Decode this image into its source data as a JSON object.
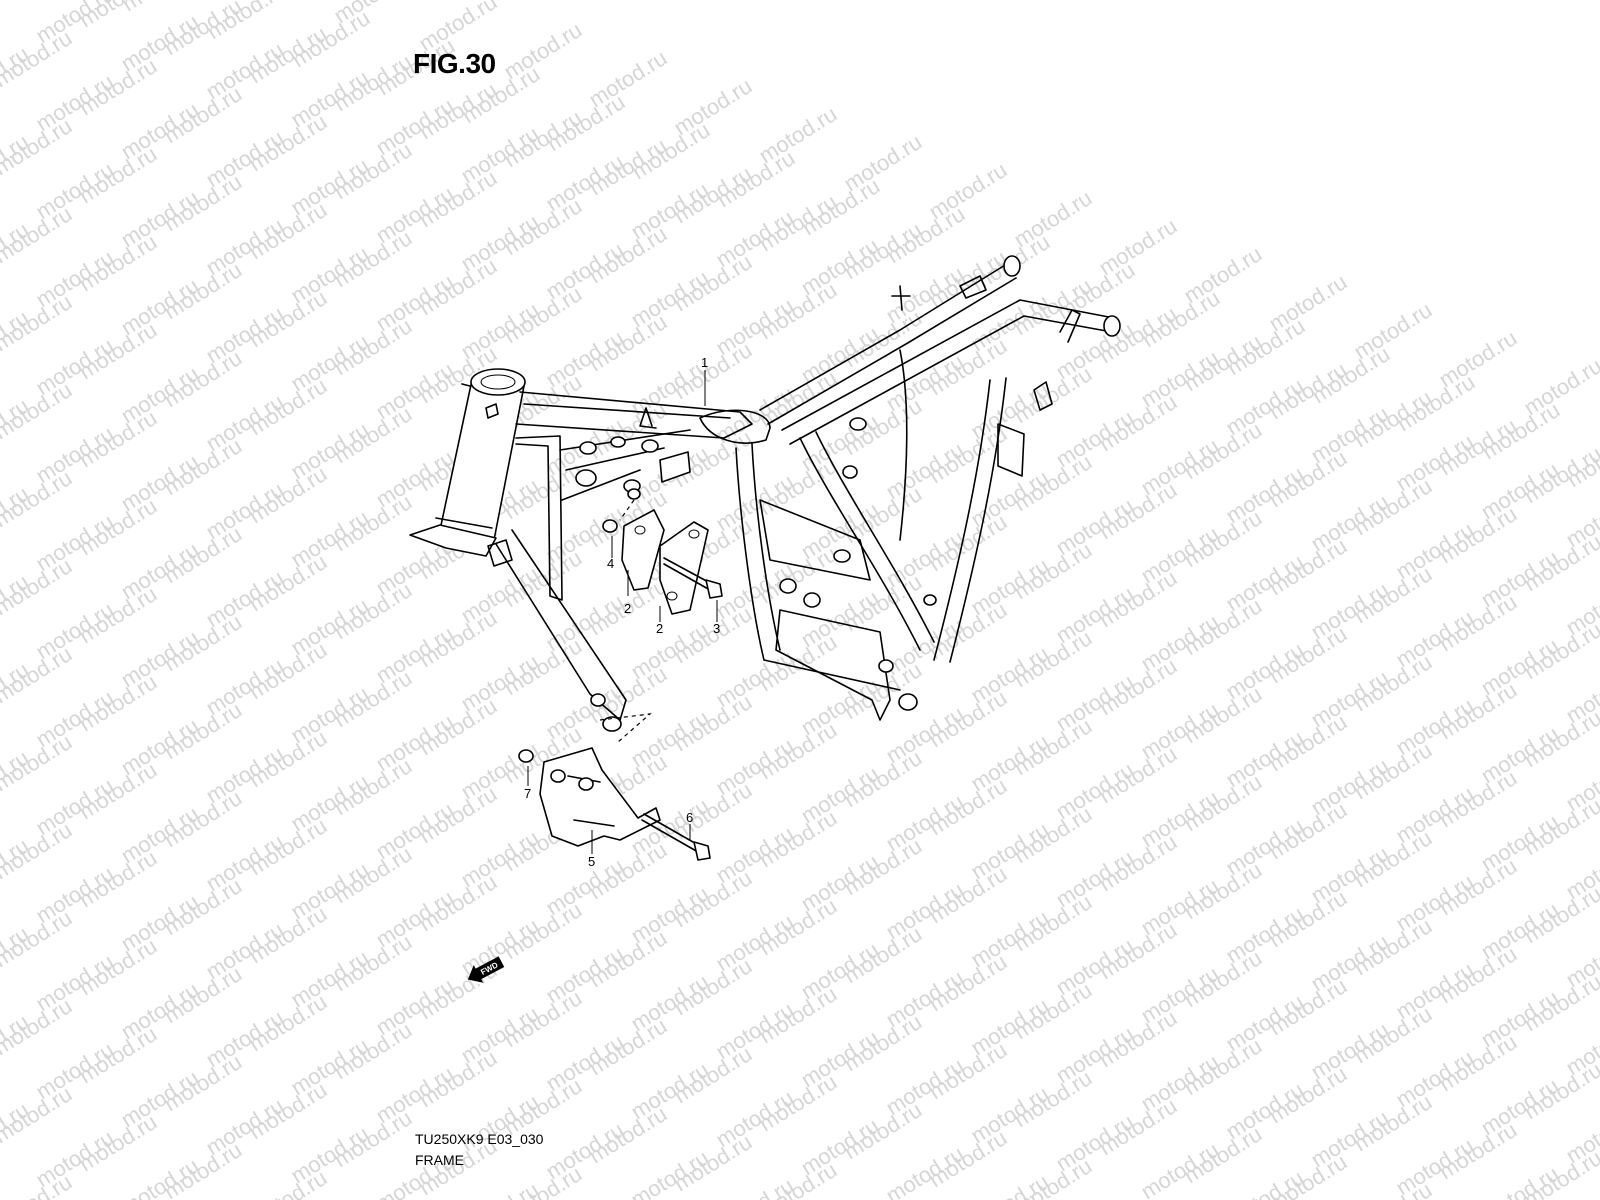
{
  "figure": {
    "title": "FIG.30"
  },
  "footer": {
    "code": "TU250XK9 E03_030",
    "name": "FRAME"
  },
  "watermark": {
    "text": "motod.ru"
  },
  "fwd_badge": {
    "label": "FWD"
  },
  "callouts": [
    {
      "id": "part-1",
      "label": "1"
    },
    {
      "id": "part-2a",
      "label": "2"
    },
    {
      "id": "part-2b",
      "label": "2"
    },
    {
      "id": "part-3",
      "label": "3"
    },
    {
      "id": "part-4",
      "label": "4"
    },
    {
      "id": "part-5",
      "label": "5"
    },
    {
      "id": "part-6",
      "label": "6"
    },
    {
      "id": "part-7",
      "label": "7"
    }
  ],
  "colors": {
    "line": "#000000",
    "watermark": "#d6d6d6",
    "background": "#ffffff"
  }
}
